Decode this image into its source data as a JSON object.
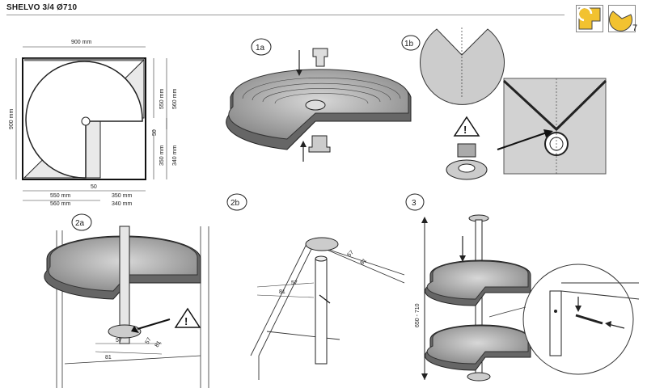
{
  "header": {
    "title": "SHELVO 3/4 Ø710",
    "option_number": "7"
  },
  "steps": {
    "s1a": "1a",
    "s1b": "1b",
    "s2a": "2a",
    "s2b": "2b",
    "s3": "3"
  },
  "plan_dims": {
    "width_top": "900 mm",
    "height_left": "900 mm",
    "right_550": "550 mm",
    "right_560": "560 mm",
    "right_50": "50",
    "right_350": "350 mm",
    "right_340": "340 mm",
    "bottom_50": "50",
    "bottom_550": "550 mm",
    "bottom_560": "560 mm",
    "bottom_350": "350 mm",
    "bottom_340": "340 mm"
  },
  "mount_dims": {
    "d57": "57",
    "d81": "81"
  },
  "height_range": "650 - 710",
  "warning_symbol": "!"
}
